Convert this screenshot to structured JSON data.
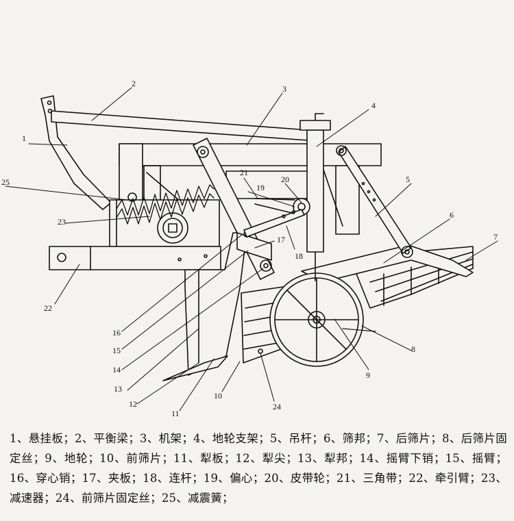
{
  "callouts": [
    {
      "n": "1",
      "label": "悬挂板"
    },
    {
      "n": "2",
      "label": "平衡梁"
    },
    {
      "n": "3",
      "label": "机架"
    },
    {
      "n": "4",
      "label": "地轮支架"
    },
    {
      "n": "5",
      "label": "吊杆"
    },
    {
      "n": "6",
      "label": "筛邦"
    },
    {
      "n": "7",
      "label": "后筛片"
    },
    {
      "n": "8",
      "label": "后筛片固定丝"
    },
    {
      "n": "9",
      "label": "地轮"
    },
    {
      "n": "10",
      "label": "前筛片"
    },
    {
      "n": "11",
      "label": "犁板"
    },
    {
      "n": "12",
      "label": "犁尖"
    },
    {
      "n": "13",
      "label": "犁邦"
    },
    {
      "n": "14",
      "label": "摇臂下销"
    },
    {
      "n": "15",
      "label": "摇臂"
    },
    {
      "n": "16",
      "label": "穿心销"
    },
    {
      "n": "17",
      "label": "夹板"
    },
    {
      "n": "18",
      "label": "连杆"
    },
    {
      "n": "19",
      "label": "偏心"
    },
    {
      "n": "20",
      "label": "皮带轮"
    },
    {
      "n": "21",
      "label": "三角带"
    },
    {
      "n": "22",
      "label": "牵引臂"
    },
    {
      "n": "23",
      "label": "减速器"
    },
    {
      "n": "24",
      "label": "前筛片固定丝"
    },
    {
      "n": "25",
      "label": "减震簧"
    }
  ]
}
